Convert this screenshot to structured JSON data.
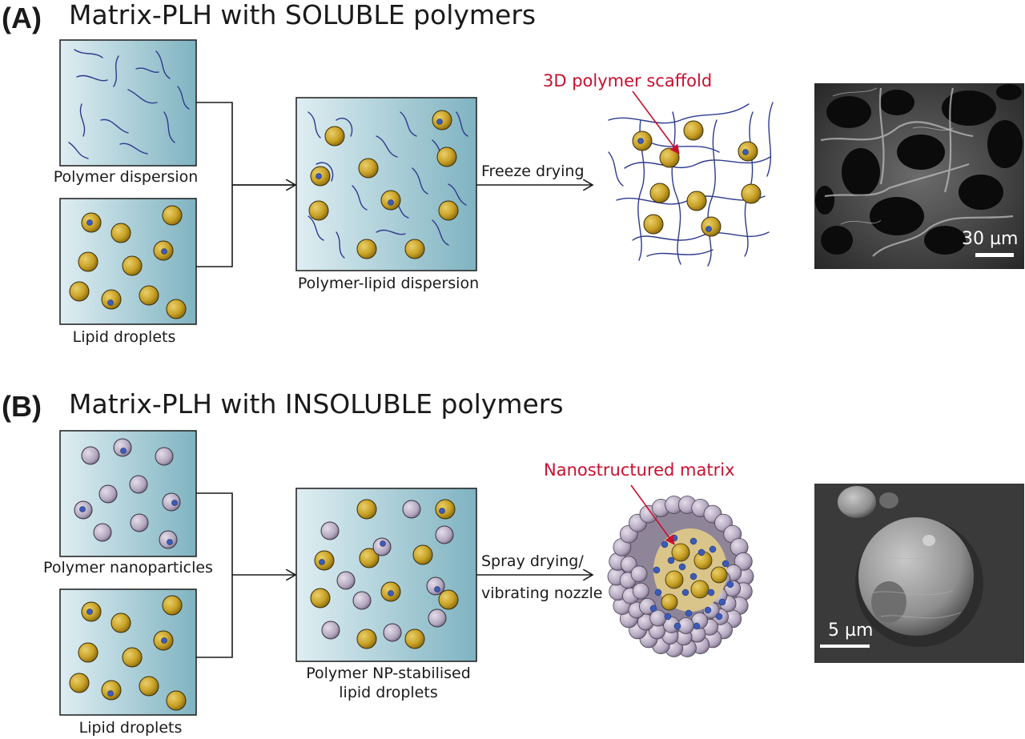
{
  "sectionA": {
    "panel_label": "(A)",
    "title": "Matrix-PLH with SOLUBLE polymers",
    "box1_caption": "Polymer dispersion",
    "box2_caption": "Lipid droplets",
    "box3_caption": "Polymer-lipid dispersion",
    "process_label": "Freeze drying",
    "callout": "3D polymer scaffold",
    "micrograph_scale": "30 µm"
  },
  "sectionB": {
    "panel_label": "(B)",
    "title": "Matrix-PLH with INSOLUBLE polymers",
    "box1_caption": "Polymer nanoparticles",
    "box2_caption": "Lipid droplets",
    "box3_caption_line1": "Polymer NP-stabilised",
    "box3_caption_line2": "lipid droplets",
    "process_label_line1": "Spray drying/",
    "process_label_line2": "vibrating nozzle",
    "callout": "Nanostructured matrix",
    "micrograph_scale": "5 µm"
  },
  "colors": {
    "box_gradient_start": "#dfeef2",
    "box_gradient_end": "#7fb3c1",
    "lipid_droplet": "#c9a227",
    "polymer_chain": "#2e3a8c",
    "polymer_nanoparticle": "#b8aec4",
    "drug_dot": "#3b5bb8",
    "callout_red": "#c8102e"
  }
}
